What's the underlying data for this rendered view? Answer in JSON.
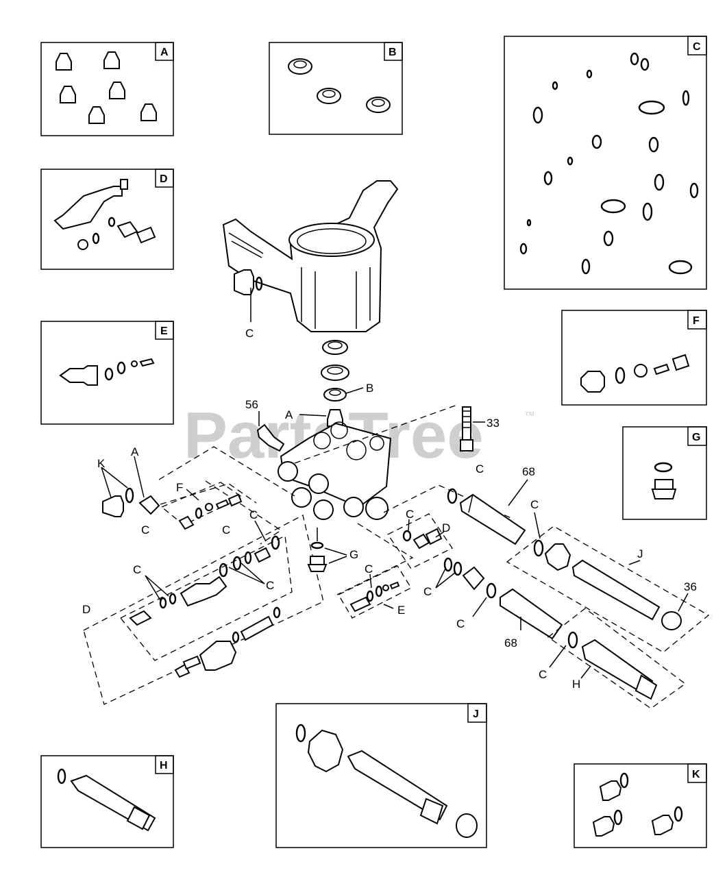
{
  "watermark": {
    "text": "PartsTree",
    "trademark": "™"
  },
  "kit_boxes": [
    {
      "letter": "A"
    },
    {
      "letter": "B"
    },
    {
      "letter": "C"
    },
    {
      "letter": "D"
    },
    {
      "letter": "E"
    },
    {
      "letter": "F"
    },
    {
      "letter": "G"
    },
    {
      "letter": "H"
    },
    {
      "letter": "J"
    },
    {
      "letter": "K"
    }
  ],
  "callouts": {
    "c_top": "C",
    "b_main": "B",
    "a_main": "A",
    "n56": "56",
    "n33": "33",
    "c_33": "C",
    "n68_top": "68",
    "k_left": "K",
    "a_left": "A",
    "c_left": "C",
    "f_left": "F",
    "c_f": "C",
    "c_mid1": "C",
    "c_mid2": "C",
    "d_mid": "D",
    "c_mid3": "C",
    "g_mid": "G",
    "c_e": "C",
    "e_mid": "E",
    "c_mid4": "C",
    "c_mid5": "C",
    "d_left": "D",
    "c_d": "C",
    "j_right": "J",
    "n36": "36",
    "c_68b": "C",
    "n68_bottom": "68",
    "c_h": "C",
    "h_right": "H",
    "c_right": "C"
  }
}
